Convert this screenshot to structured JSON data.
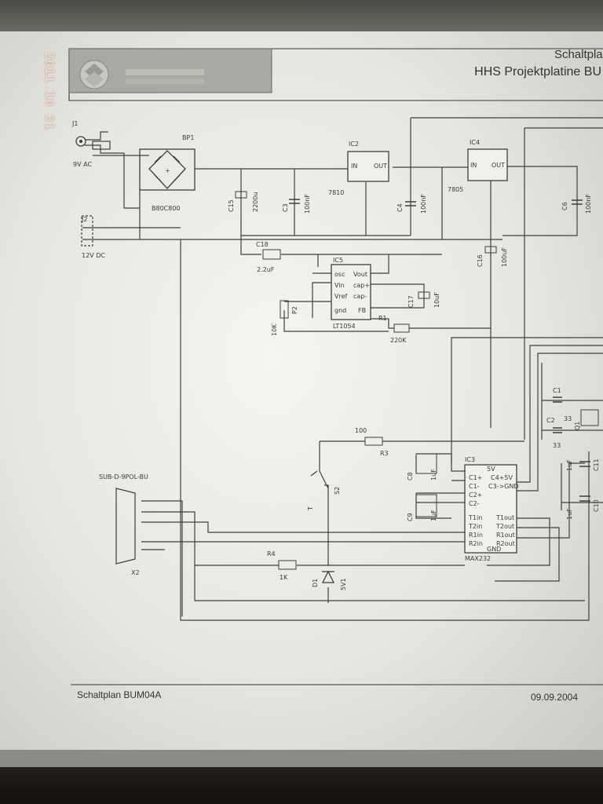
{
  "stamp": {
    "date": "2011 10 31"
  },
  "header": {
    "title": "Schaltplan",
    "subtitle": "HHS Projektplatine BU"
  },
  "footer": {
    "left": "Schaltplan BUM04A",
    "right": "09.09.2004"
  },
  "labels": {
    "J1": "J1",
    "v9ac": "9V AC",
    "bp1": "BP1",
    "bridge": "B80C800",
    "j2": "J2",
    "v12dc": "12V DC",
    "ic2": "IC2",
    "ic4": "IC4",
    "ic5": "IC5",
    "ic3": "IC3",
    "in": "IN",
    "out": "OUT",
    "reg1": "7810",
    "reg2": "7805",
    "c15": "C15",
    "c15v": "2200u",
    "c3": "C3",
    "c3v": "100nF",
    "c4": "C4",
    "c4v": "100nF",
    "c6": "C6",
    "c6v": "100nF",
    "c16": "C16",
    "c16v": "100uF",
    "c18": "C18",
    "c18v": "2.2uF",
    "c17": "C17",
    "c17v": "10uF",
    "osc": "osc",
    "vout": "Vout",
    "vin": "Vin",
    "capp": "cap+",
    "vref": "Vref",
    "capm": "cap-",
    "gnd": "gnd",
    "fb": "FB",
    "lt": "LT1054",
    "r1": "R1",
    "r1v": "220K",
    "p2": "P2",
    "p2v": "10K",
    "c1": "C1",
    "c2": "C2",
    "q1": "Q1",
    "c1v": "33",
    "c2v": "33",
    "r3": "R3",
    "r3v": "100",
    "s2": "S2",
    "t": "T",
    "subd": "SUB-D-9POL-BU",
    "x2": "X2",
    "r4": "R4",
    "r4v": "1K",
    "d1": "D1",
    "d1v": "5V1",
    "c8": "C8",
    "c8v": "1uF",
    "c9": "C9",
    "c9v": "1uF",
    "c11": "C11",
    "c11v": "1uF",
    "c10": "C10",
    "c10v": "1uF",
    "max5v": "5V",
    "c1p": "C1+",
    "c4p5v": "C4+5V",
    "c1m": "C1-",
    "c3gnd": "C3->GND",
    "c2p": "C2+",
    "c2m": "C2-",
    "t1in": "T1in",
    "t1out": "T1out",
    "t2in": "T2in",
    "t2out": "T2out",
    "r1in": "R1in",
    "r1out": "R1out",
    "r2in": "R2in",
    "r2out": "R2out",
    "maxgnd": "GND",
    "max": "MAX232"
  }
}
